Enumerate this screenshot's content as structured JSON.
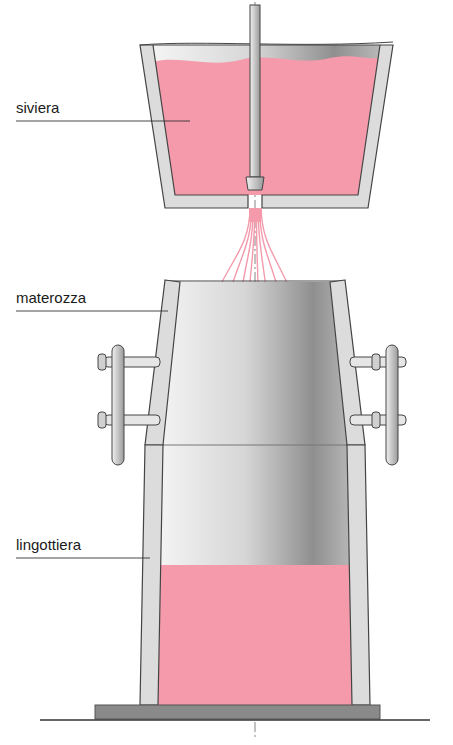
{
  "diagram": {
    "labels": [
      "siviera",
      "materozza",
      "lingottiera"
    ]
  }
}
